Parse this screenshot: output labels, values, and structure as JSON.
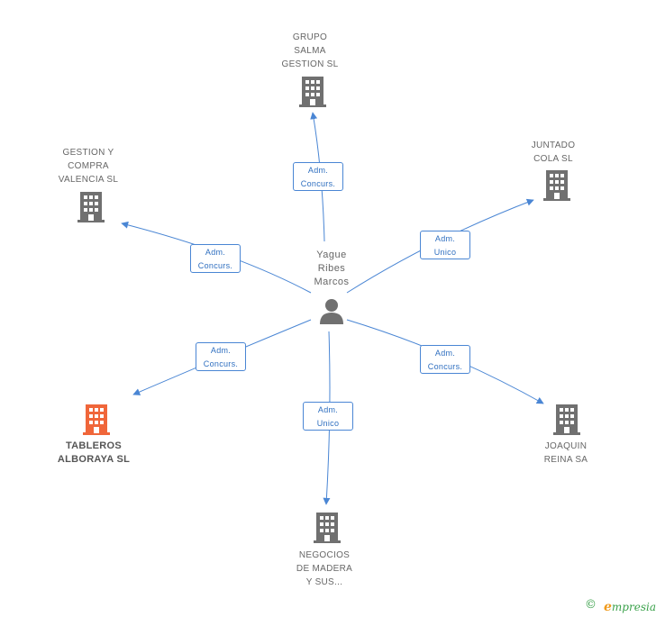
{
  "person": {
    "name": "Yague\nRibes\nMarcos"
  },
  "companies": [
    {
      "id": "grupo",
      "name": "GRUPO\nSALMA\nGESTION SL",
      "highlight": false
    },
    {
      "id": "gestion",
      "name": "GESTION Y\nCOMPRA\nVALENCIA SL",
      "highlight": false
    },
    {
      "id": "juntado",
      "name": "JUNTADO\nCOLA SL",
      "highlight": false
    },
    {
      "id": "tableros",
      "name": "TABLEROS\nALBORAYA SL",
      "highlight": true
    },
    {
      "id": "joaquin",
      "name": "JOAQUIN\nREINA SA",
      "highlight": false
    },
    {
      "id": "negocios",
      "name": "NEGOCIOS\nDE MADERA\nY SUS...",
      "highlight": false
    }
  ],
  "relations": [
    {
      "to": "grupo",
      "label": "Adm.\nConcurs."
    },
    {
      "to": "gestion",
      "label": "Adm.\nConcurs."
    },
    {
      "to": "juntado",
      "label": "Adm.\nUnico"
    },
    {
      "to": "tableros",
      "label": "Adm.\nConcurs."
    },
    {
      "to": "joaquin",
      "label": "Adm.\nConcurs."
    },
    {
      "to": "negocios",
      "label": "Adm.\nUnico"
    }
  ],
  "colors": {
    "edge": "#4a86d4",
    "building": "#707070",
    "highlight": "#f0663a",
    "person": "#707070"
  },
  "footer": {
    "copyright": "©",
    "brand_initial": "e",
    "brand_rest": "mpresia"
  }
}
